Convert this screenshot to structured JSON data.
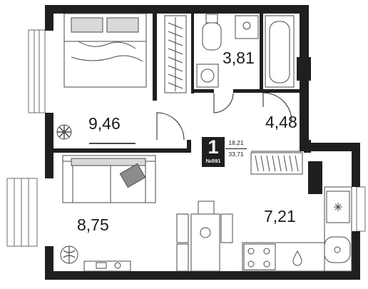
{
  "apartment": {
    "rooms_count": "1",
    "unit_number": "№591",
    "living_area": "18,21",
    "total_area": "33,71"
  },
  "rooms": [
    {
      "id": "bedroom",
      "area": "9,46"
    },
    {
      "id": "bathroom",
      "area": "3,81"
    },
    {
      "id": "hallway",
      "area": "4,48"
    },
    {
      "id": "living-room",
      "area": "8,75"
    },
    {
      "id": "kitchen",
      "area": "7,21"
    }
  ],
  "colors": {
    "wall": "#1f1f1f",
    "furniture_line": "#4a4a4a",
    "furniture_fill": "#d9d9d9",
    "accent_fill": "#8c8c8c"
  },
  "icons": [
    "plant-icon",
    "gas-stove-icon",
    "water-drop-icon",
    "star-burner-icon"
  ]
}
